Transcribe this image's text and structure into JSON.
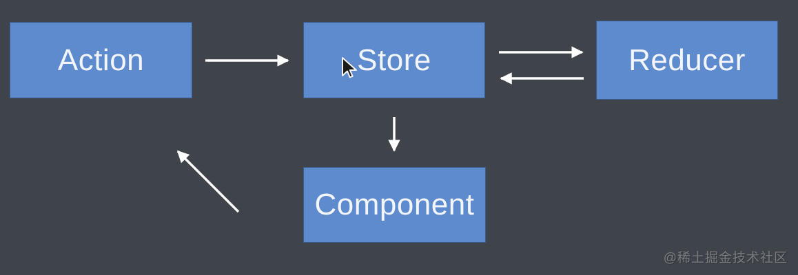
{
  "diagram": {
    "type": "flow-diagram",
    "nodes": [
      {
        "id": "action",
        "label": "Action"
      },
      {
        "id": "store",
        "label": "Store"
      },
      {
        "id": "reducer",
        "label": "Reducer"
      },
      {
        "id": "component",
        "label": "Component"
      }
    ],
    "edges": [
      {
        "from": "action",
        "to": "store"
      },
      {
        "from": "store",
        "to": "reducer"
      },
      {
        "from": "reducer",
        "to": "store"
      },
      {
        "from": "store",
        "to": "component"
      },
      {
        "from": "component",
        "to": "action"
      }
    ],
    "colors": {
      "background": "#3f434a",
      "node_fill": "#5e8bcd",
      "node_border": "#3d5c8f",
      "node_text": "#f2f6fa",
      "arrow": "#ffffff"
    }
  },
  "cursor": {
    "icon": "mouse-pointer"
  },
  "watermark": {
    "text": "@稀土掘金技术社区",
    "color": "rgba(255,255,255,0.33)"
  }
}
